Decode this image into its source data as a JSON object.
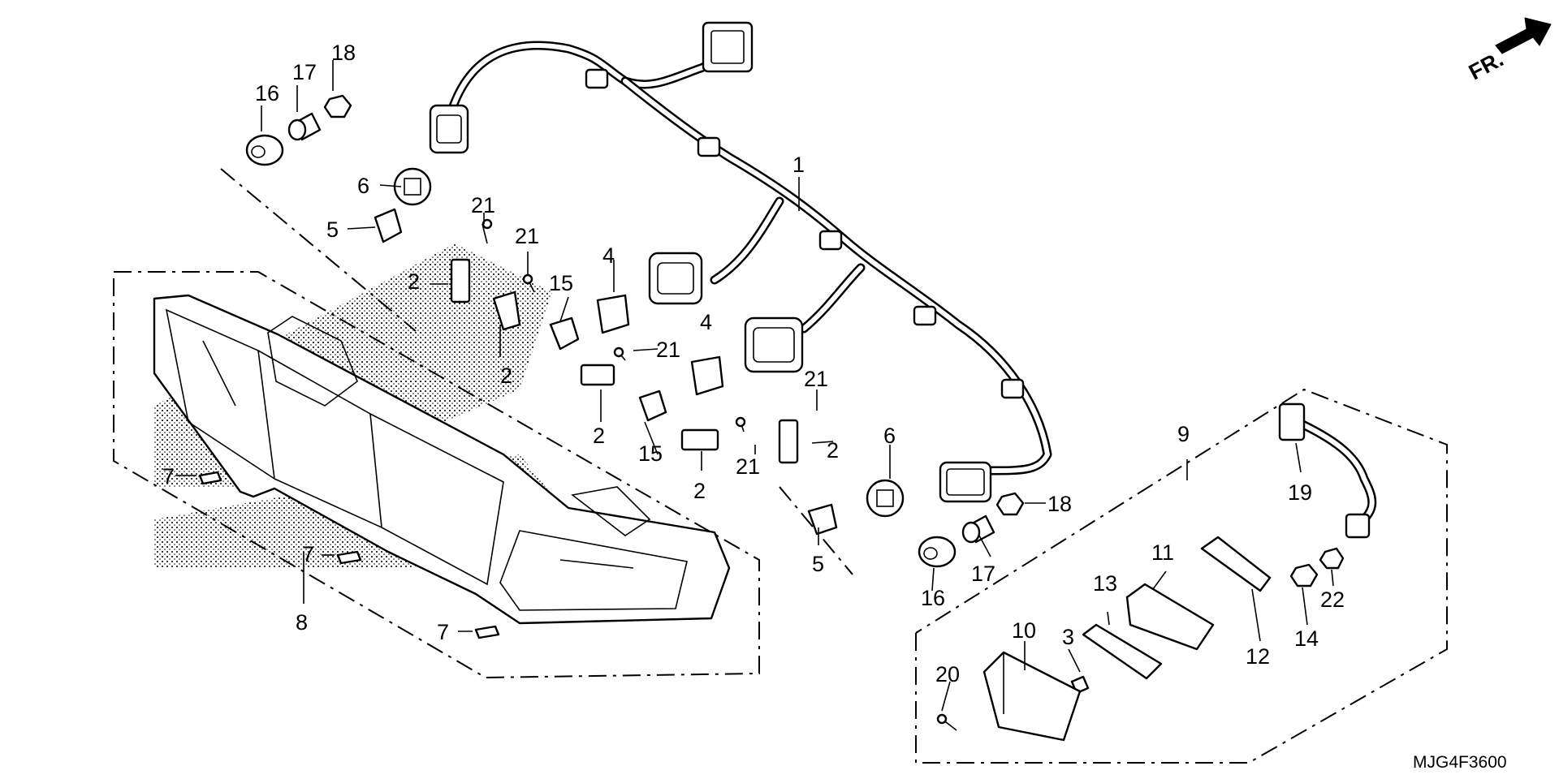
{
  "diagram_code": "MJG4F3600",
  "direction_label": "FR.",
  "callouts": {
    "harness": "1",
    "stay_a": "2",
    "stay_b": "2",
    "stay_c": "2",
    "stay_d": "2",
    "stay_e": "2",
    "plate_bulb": "3",
    "socket_upper": "4",
    "socket_lower": "4",
    "bulb_left": "5",
    "bulb_right": "5",
    "socket_left": "6",
    "socket_right": "6",
    "pad_a": "7",
    "pad_b": "7",
    "pad_c": "7",
    "taillight_assy": "8",
    "license_light_assy": "9",
    "lens": "10",
    "base": "11",
    "plate_stay": "12",
    "gasket": "13",
    "nut": "14",
    "bulb_upper": "15",
    "bulb_lower": "15",
    "grommet_left": "16",
    "grommet_right": "16",
    "collar_left": "17",
    "collar_right": "17",
    "nut_left": "18",
    "nut_right": "18",
    "sub_harness": "19",
    "screw_lens": "20",
    "screw_a": "21",
    "screw_b": "21",
    "screw_c": "21",
    "screw_d": "21",
    "washer": "22"
  }
}
